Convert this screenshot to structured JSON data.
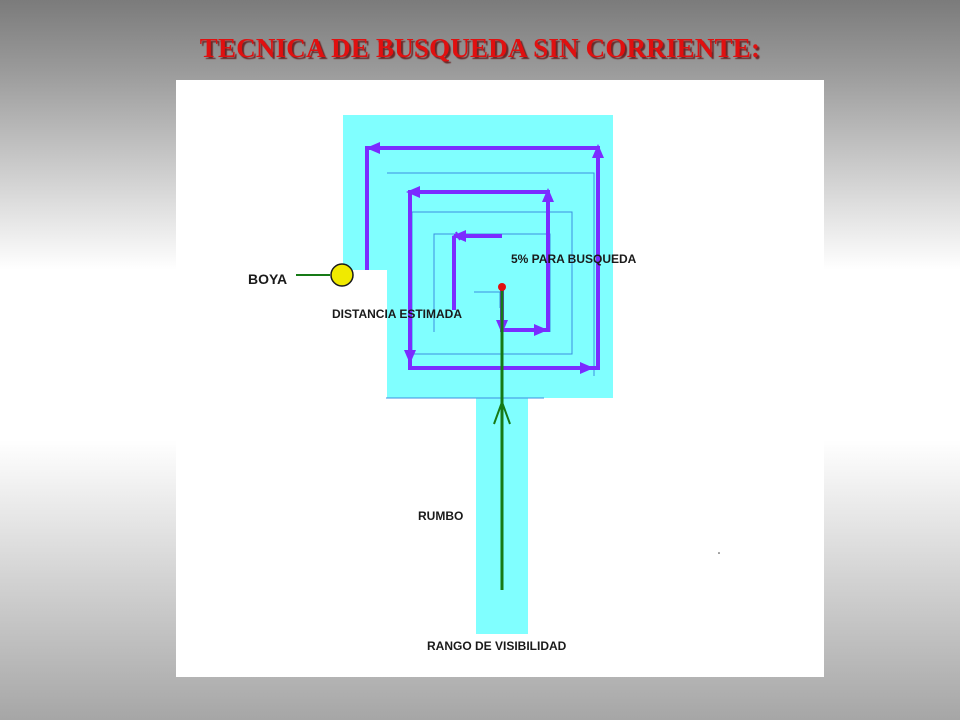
{
  "slide": {
    "title": "TECNICA DE BUSQUEDA SIN CORRIENTE:"
  },
  "diagram": {
    "labels": {
      "buoy": "BOYA",
      "search_percent": "5% PARA BUSQUEDA",
      "estimated_distance": "DISTANCIA ESTIMADA",
      "heading": "RUMBO",
      "visibility_range": "RANGO DE VISIBILIDAD"
    },
    "colors": {
      "title": "#e01010",
      "search_area": "#80ffff",
      "spiral_path": "#7b2cff",
      "heading_line": "#167a16",
      "buoy": "#f0ea00",
      "datum_point": "#e01010"
    }
  }
}
